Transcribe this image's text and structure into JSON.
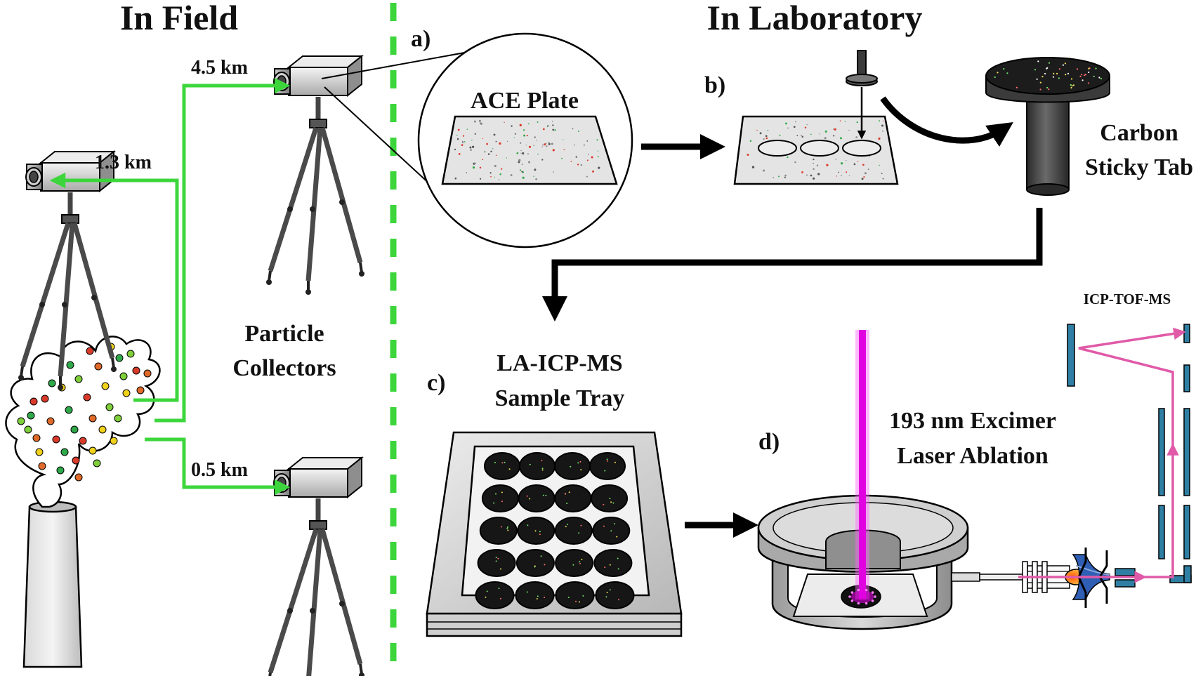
{
  "headings": {
    "field": "In Field",
    "lab": "In Laboratory"
  },
  "distances": {
    "d1": "1.3 km",
    "d2": "4.5 km",
    "d3": "0.5 km"
  },
  "field_label": {
    "line1": "Particle",
    "line2": "Collectors"
  },
  "steps": {
    "a": "a)",
    "b": "b)",
    "c": "c)",
    "d": "d)"
  },
  "ace_plate": "ACE Plate",
  "carbon_tab": {
    "line1": "Carbon",
    "line2": "Sticky Tab"
  },
  "tray": {
    "line1": "LA-ICP-MS",
    "line2": "Sample Tray"
  },
  "laser": {
    "line1": "193 nm Excimer",
    "line2": "Laser Ablation"
  },
  "ms_label": "ICP-TOF-MS",
  "colors": {
    "divider": "#3cd63c",
    "path_green": "#3cd63c",
    "laser": "#e000e0",
    "ion_path": "#e05aa8",
    "ms_parts": "#2e7fa3",
    "flow_arrow": "#000000"
  }
}
